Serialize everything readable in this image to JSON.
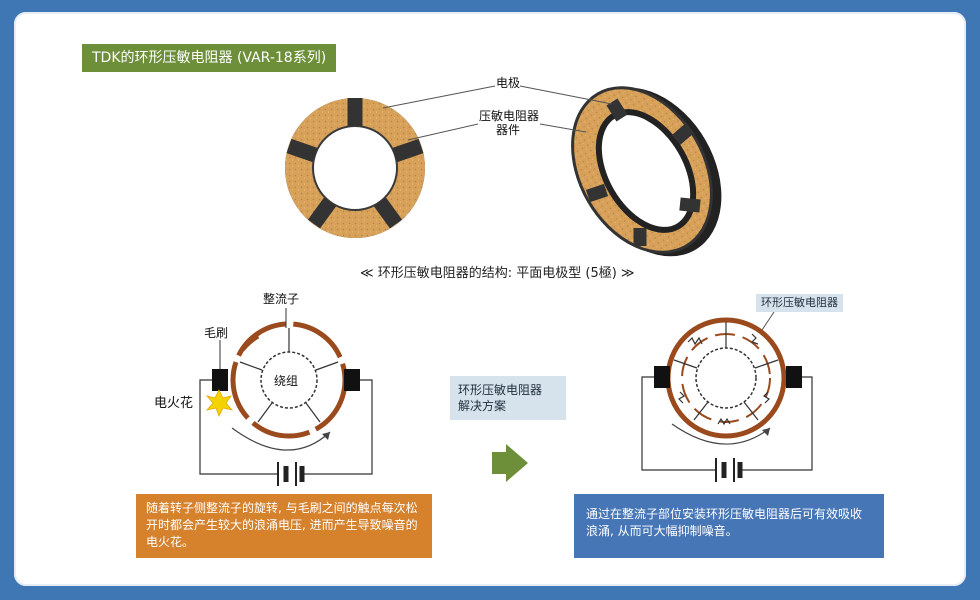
{
  "header": {
    "title": "TDK的环形压敏电阻器 (VAR-18系列)"
  },
  "top_figure": {
    "electrode_label": "电极",
    "varistor_label_line1": "压敏电阻器",
    "varistor_label_line2": "器件",
    "caption": "≪ 环形压敏电阻器的结构: 平面电极型 (5極) ≫"
  },
  "left_diagram": {
    "commutator_label": "整流子",
    "brush_label": "毛刷",
    "winding_label": "绕组",
    "spark_label": "电火花",
    "note": "随着转子侧整流子的旋转, 与毛刷之间的触点每次松开时都会产生较大的浪涌电压, 进而产生导致噪音的电火花。"
  },
  "solution": {
    "box_line1": "环形压敏电阻器",
    "box_line2": "解决方案"
  },
  "right_diagram": {
    "varistor_tag": "环形压敏电阻器",
    "note": "通过在整流子部位安装环形压敏电阻器后可有效吸收浪涌, 从而可大幅抑制噪音。"
  },
  "colors": {
    "ring_cork": "#d7a15a",
    "electrode": "#333333",
    "commutator": "#9a4a1c",
    "badge_green": "#6e8f3a",
    "note_orange": "#d6812c",
    "note_blue": "#4676b6",
    "arrow_green": "#6e8f3a",
    "spark_yellow": "#f3d400"
  }
}
